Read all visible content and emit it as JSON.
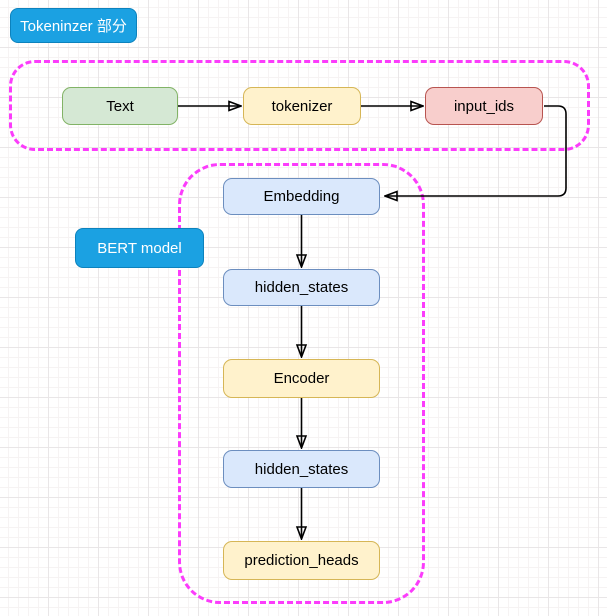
{
  "canvas": {
    "section_labels": {
      "tokenizer_section": "Tokeninzer 部分",
      "bert_model": "BERT model"
    },
    "nodes": {
      "text": "Text",
      "tokenizer": "tokenizer",
      "input_ids": "input_ids",
      "embedding": "Embedding",
      "hidden_states_1": "hidden_states",
      "encoder": "Encoder",
      "hidden_states_2": "hidden_states",
      "prediction_heads": "prediction_heads"
    },
    "edges": [
      {
        "from": "Text",
        "to": "tokenizer"
      },
      {
        "from": "tokenizer",
        "to": "input_ids"
      },
      {
        "from": "input_ids",
        "to": "Embedding"
      },
      {
        "from": "Embedding",
        "to": "hidden_states"
      },
      {
        "from": "hidden_states",
        "to": "Encoder"
      },
      {
        "from": "Encoder",
        "to": "hidden_states"
      },
      {
        "from": "hidden_states",
        "to": "prediction_heads"
      }
    ],
    "colors": {
      "section_label_bg": "#1ba1e2",
      "section_label_border": "#0c82bd",
      "section_label_text": "#ffffff",
      "region_dash": "#fb3cfb",
      "node_green_fill": "#d5e8d4",
      "node_green_stroke": "#82b366",
      "node_yellow_fill": "#fff2cc",
      "node_yellow_stroke": "#d6b656",
      "node_red_fill": "#f8cecc",
      "node_red_stroke": "#b85450",
      "node_blue_fill": "#dae8fc",
      "node_blue_stroke": "#6c8ebf",
      "arrow": "#000000"
    }
  }
}
